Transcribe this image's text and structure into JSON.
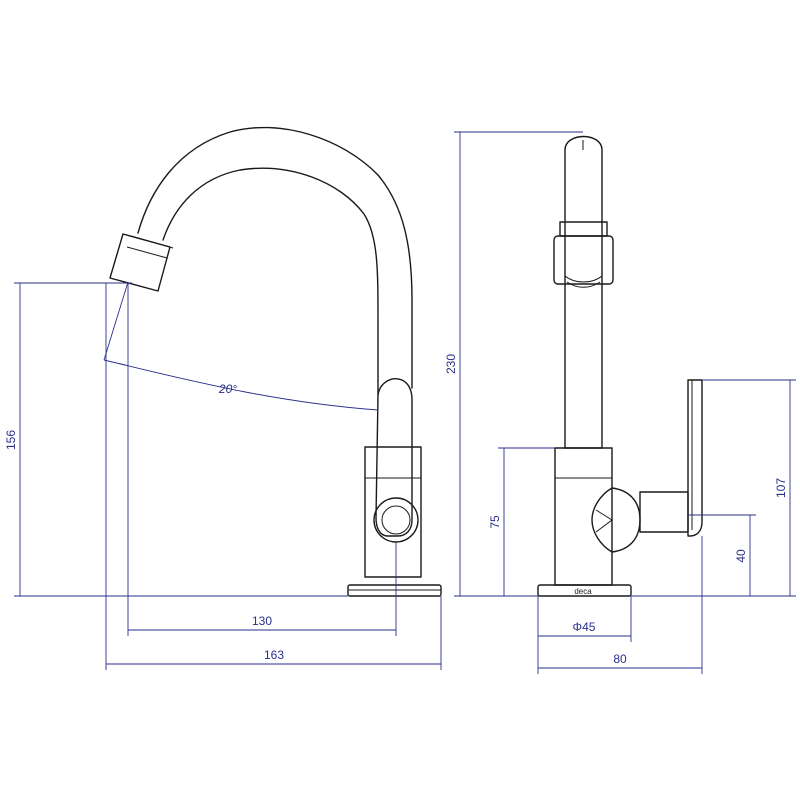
{
  "dimensions": {
    "side_height": "156",
    "side_spout_reach": "130",
    "side_total_length": "163",
    "side_rotation_angle": "20°",
    "front_total_height": "230",
    "front_body_height": "75",
    "front_handle_height": "107",
    "front_handle_axis_height": "40",
    "front_base_diameter": "Φ45",
    "front_base_width": "80"
  },
  "brand": {
    "base_mark": "deca"
  }
}
